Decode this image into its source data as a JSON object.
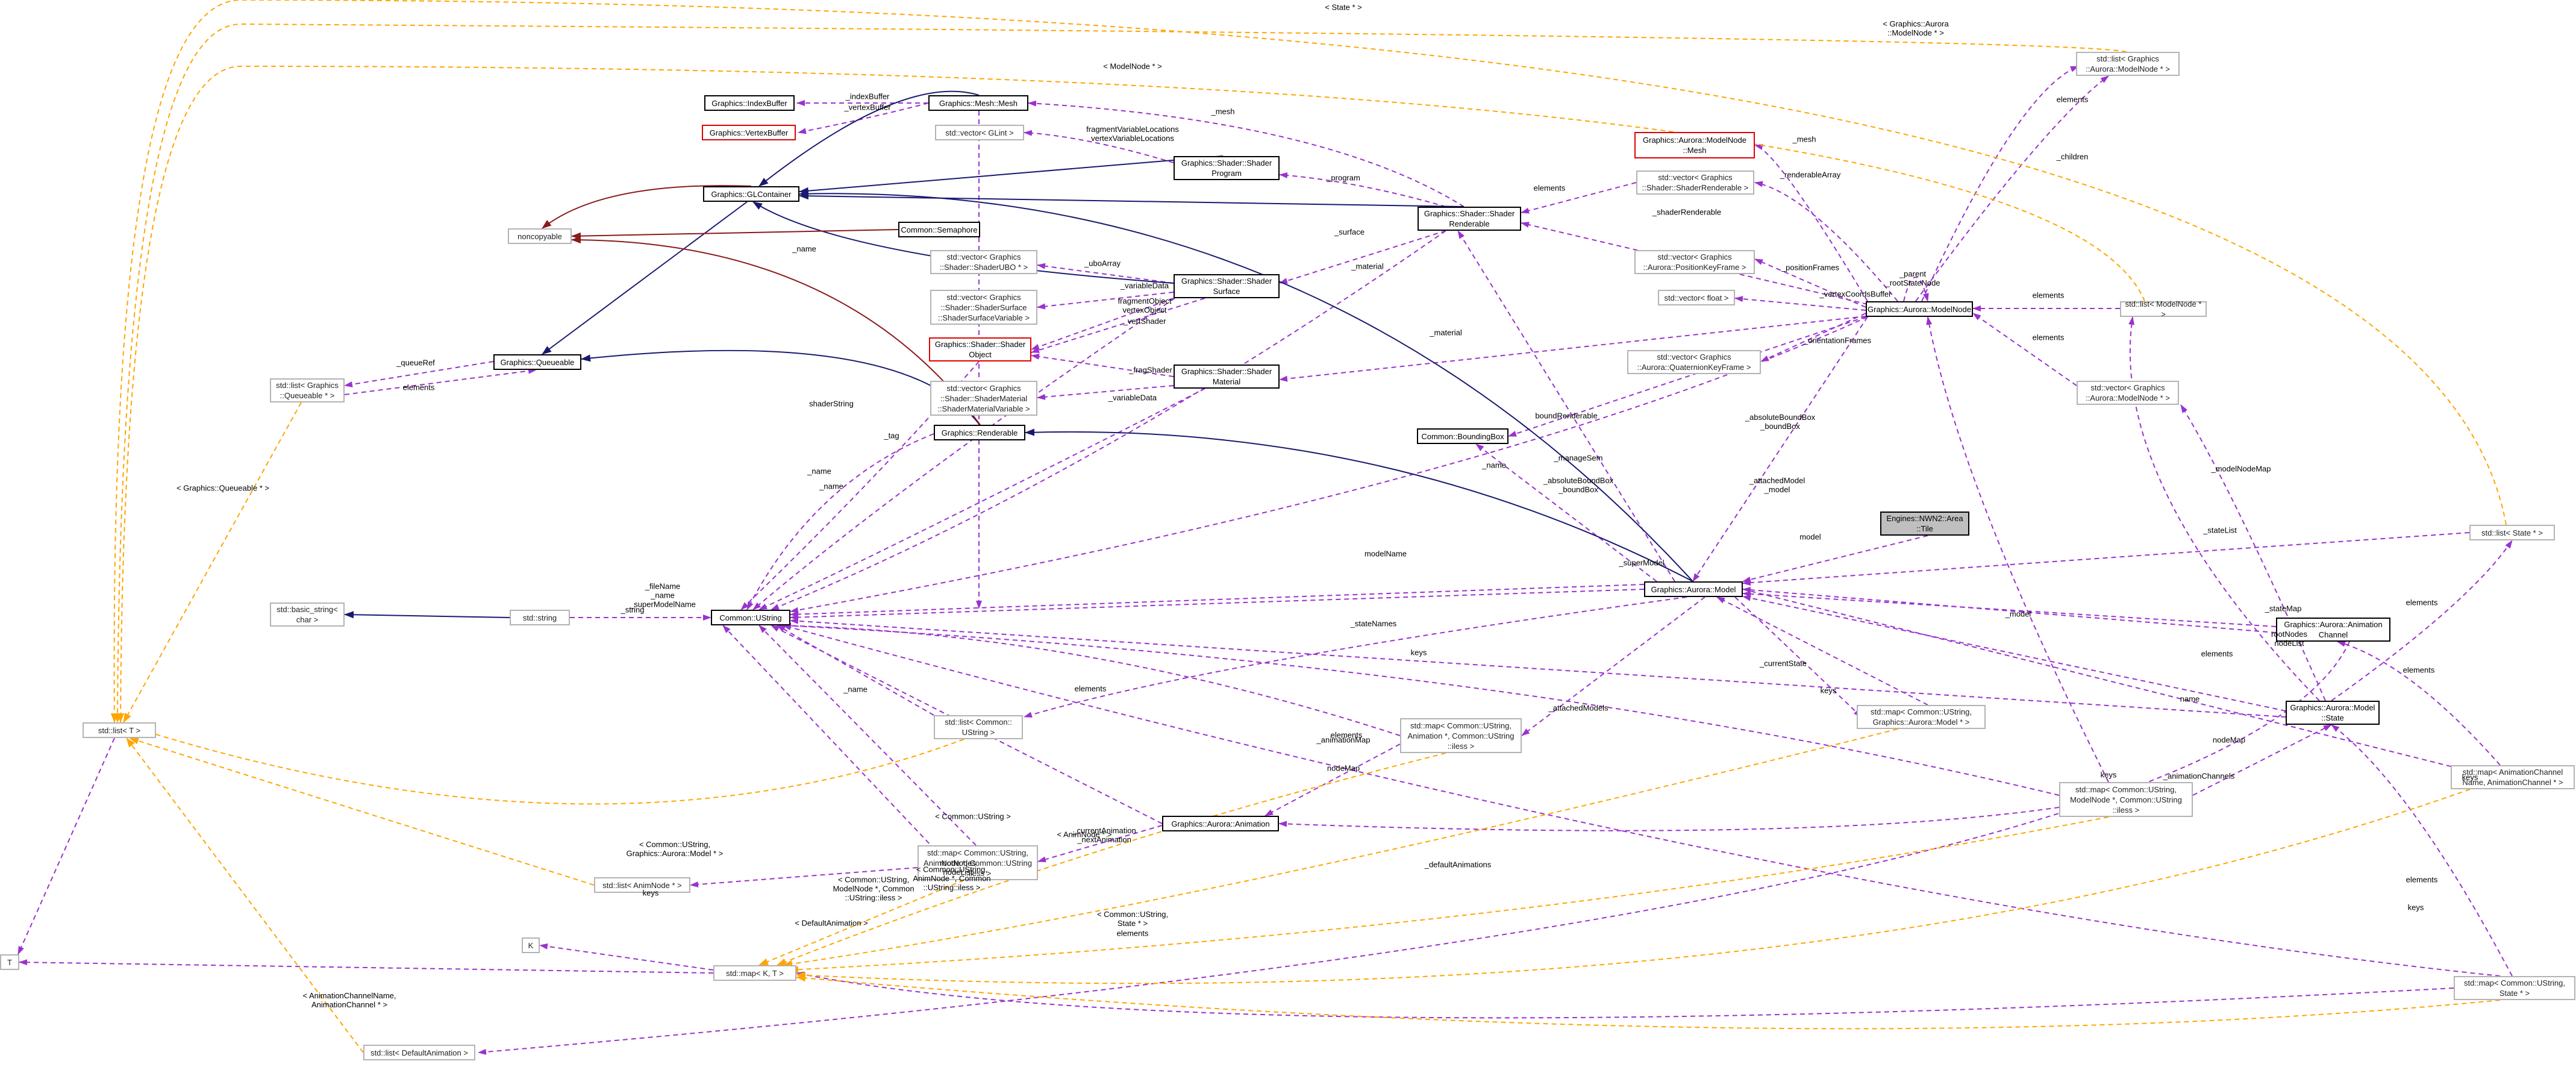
{
  "colors": {
    "inherit": "#191970",
    "usage": "#9a32cd",
    "template": "#ffa500",
    "private": "#8b1a1a"
  },
  "nodes": [
    {
      "id": "ModelNodeMesh",
      "label": "Graphics::Aurora::ModelNode\n::Mesh",
      "style": "red"
    },
    {
      "id": "StateList",
      "label": "< State * >",
      "style": "external"
    },
    {
      "id": "IndexBuffer",
      "label": "Graphics::IndexBuffer",
      "style": "normal"
    },
    {
      "id": "VertexBuffer",
      "label": "Graphics::VertexBuffer",
      "style": "red"
    },
    {
      "id": "MeshMesh",
      "label": "Graphics::Mesh::Mesh",
      "style": "normal"
    },
    {
      "id": "VecGLint",
      "label": "std::vector< GLint >",
      "style": "external"
    },
    {
      "id": "ShaderProgram",
      "label": "Graphics::Shader::Shader\nProgram",
      "style": "normal"
    },
    {
      "id": "GLContainer",
      "label": "Graphics::GLContainer",
      "style": "normal"
    },
    {
      "id": "Semaphore",
      "label": "Common::Semaphore",
      "style": "normal"
    },
    {
      "id": "Noncopyable",
      "label": "noncopyable",
      "style": "external"
    },
    {
      "id": "ShaderRenderable",
      "label": "Graphics::Shader::Shader\nRenderable",
      "style": "normal"
    },
    {
      "id": "VecShaderRenderable",
      "label": "std::vector< Graphics\n::Shader::ShaderRenderable >",
      "style": "external"
    },
    {
      "id": "ListModelNodeTop",
      "label": "std::list< Graphics\n::Aurora::ModelNode * >",
      "style": "external"
    },
    {
      "id": "VecUBO",
      "label": "std::vector< Graphics\n::Shader::ShaderUBO * >",
      "style": "external"
    },
    {
      "id": "VecSurfaceVar",
      "label": "std::vector< Graphics\n::Shader::ShaderSurface\n::ShaderSurfaceVariable >",
      "style": "external"
    },
    {
      "id": "ShaderSurface",
      "label": "Graphics::Shader::Shader\nSurface",
      "style": "normal"
    },
    {
      "id": "ShaderObject",
      "label": "Graphics::Shader::Shader\nObject",
      "style": "red"
    },
    {
      "id": "VecPosKey",
      "label": "std::vector< Graphics\n::Aurora::PositionKeyFrame >",
      "style": "external"
    },
    {
      "id": "VecFloat",
      "label": "std::vector< float >",
      "style": "external"
    },
    {
      "id": "ModelNode",
      "label": "Graphics::Aurora::ModelNode",
      "style": "normal"
    },
    {
      "id": "ListModelNodePtr",
      "label": "std::list< ModelNode * >",
      "style": "external"
    },
    {
      "id": "Queueable",
      "label": "Graphics::Queueable",
      "style": "normal"
    },
    {
      "id": "ListQueueable",
      "label": "std::list< Graphics\n::Queueable * >",
      "style": "external"
    },
    {
      "id": "VecQuatKey",
      "label": "std::vector< Graphics\n::Aurora::QuaternionKeyFrame >",
      "style": "external"
    },
    {
      "id": "VecModelNode",
      "label": "std::vector< Graphics\n::Aurora::ModelNode * >",
      "style": "external"
    },
    {
      "id": "ShaderMaterial",
      "label": "Graphics::Shader::Shader\nMaterial",
      "style": "normal"
    },
    {
      "id": "VecMaterialVar",
      "label": "std::vector< Graphics\n::Shader::ShaderMaterial\n::ShaderMaterialVariable >",
      "style": "external"
    },
    {
      "id": "BoundingBox",
      "label": "Common::BoundingBox",
      "style": "normal"
    },
    {
      "id": "Renderable",
      "label": "Graphics::Renderable",
      "style": "normal"
    },
    {
      "id": "AreaTile",
      "label": "Engines::NWN2::Area\n::Tile",
      "style": "highlight"
    },
    {
      "id": "ListStatePtr",
      "label": "std::list< State * >",
      "style": "external"
    },
    {
      "id": "Model",
      "label": "Graphics::Aurora::Model",
      "style": "normal"
    },
    {
      "id": "BasicString",
      "label": "std::basic_string<\nchar >",
      "style": "external"
    },
    {
      "id": "StdString",
      "label": "std::string",
      "style": "external"
    },
    {
      "id": "UString",
      "label": "Common::UString",
      "style": "normal"
    },
    {
      "id": "AnimChannel",
      "label": "Graphics::Aurora::Animation\nChannel",
      "style": "normal"
    },
    {
      "id": "ListT",
      "label": "std::list< T >",
      "style": "external"
    },
    {
      "id": "ListUString",
      "label": "std::list< Common::\nUString >",
      "style": "external"
    },
    {
      "id": "MapAnimation",
      "label": "std::map< Common::UString,\nAnimation *, Common::UString\n::iless >",
      "style": "external"
    },
    {
      "id": "MapModel",
      "label": "std::map< Common::UString,\nGraphics::Aurora::Model * >",
      "style": "external"
    },
    {
      "id": "ModelState",
      "label": "Graphics::Aurora::Model\n::State",
      "style": "normal"
    },
    {
      "id": "MapAnimChannel",
      "label": "std::map< AnimationChannel\nName, AnimationChannel * >",
      "style": "external"
    },
    {
      "id": "Animation",
      "label": "Graphics::Aurora::Animation",
      "style": "normal"
    },
    {
      "id": "MapModelNode",
      "label": "std::map< Common::UString,\nModelNode *, Common::UString\n::iless >",
      "style": "external"
    },
    {
      "id": "MapAnimNode",
      "label": "std::map< Common::UString,\nAnimNode *, Common::UString\n::iless >",
      "style": "external"
    },
    {
      "id": "ListAnimNode",
      "label": "std::list< AnimNode * >",
      "style": "external"
    },
    {
      "id": "K",
      "label": "K",
      "style": "external"
    },
    {
      "id": "T",
      "label": "T",
      "style": "external"
    },
    {
      "id": "MapKT",
      "label": "std::map< K, T >",
      "style": "external"
    },
    {
      "id": "MapState",
      "label": "std::map< Common::UString,\nState * >",
      "style": "external"
    },
    {
      "id": "ListDefaultAnim",
      "label": "std::list< DefaultAnimation >",
      "style": "external"
    }
  ],
  "edge_labels": [
    "< State * >",
    "< Graphics::Aurora\n::ModelNode * >",
    "< ModelNode * >",
    "_indexBuffer",
    "_vertexBuffer",
    "_mesh",
    "fragmentVariableLocations\nvertexVariableLocations",
    "_program",
    "_mesh",
    "_renderableArray",
    "elements",
    "_children",
    "elements",
    "_shaderRenderable",
    "_surface",
    "_material",
    "_uboArray",
    "_variableData",
    "fragmentObject\nvertexObject",
    "_vertShader",
    "_fragShader",
    "_variableData",
    "_queueRef",
    "elements",
    "_parent\n_rootStateNode",
    "_positionFrames",
    "_vertexCoordsBuffer",
    "_material",
    "_orientationFrames",
    "elements",
    "elements",
    "shaderString",
    "_name",
    "_tag",
    "_name",
    "_name",
    "_name",
    "boundRenderable",
    "_manageSem",
    "_absoluteBoundBox\n_boundBox",
    "_absoluteBoundBox\n_boundBox",
    "_attachedModel\n_model",
    "< Graphics::Queueable * >",
    "_modelNodeMap",
    "modelName",
    "model",
    "_superModel",
    "_stateList",
    "_string",
    "_fileName\n_name\n_superModelName",
    "_stateNames",
    "_stateMap",
    "_model",
    "rootNodes\nnodeList",
    "elements",
    "keys",
    "elements",
    "_currentState",
    "elements",
    "keys",
    "_attachedModels",
    "name",
    "_animationChannels",
    "elements",
    "_animationMap",
    "nodeMap",
    "elements",
    "keys",
    "elements",
    "keys",
    "_name",
    "nodeMap",
    "< Common::UString >",
    "_currentAnimation\n_nextAnimation",
    "< Common::UString,\nGraphics::Aurora::Model * >",
    "< AnimNode * >",
    "rootNodes\nnodeList",
    "< Common::UString,\nAnimNode *, Common\n::UString::iless >",
    "< Common::UString,\nModelNode *, Common\n::UString::iless >",
    "keys",
    "elements",
    "< DefaultAnimation >",
    "_defaultAnimations",
    "< AnimationChannelName,\nAnimationChannel * >",
    "keys",
    "< Common::UString,\nState * >"
  ]
}
